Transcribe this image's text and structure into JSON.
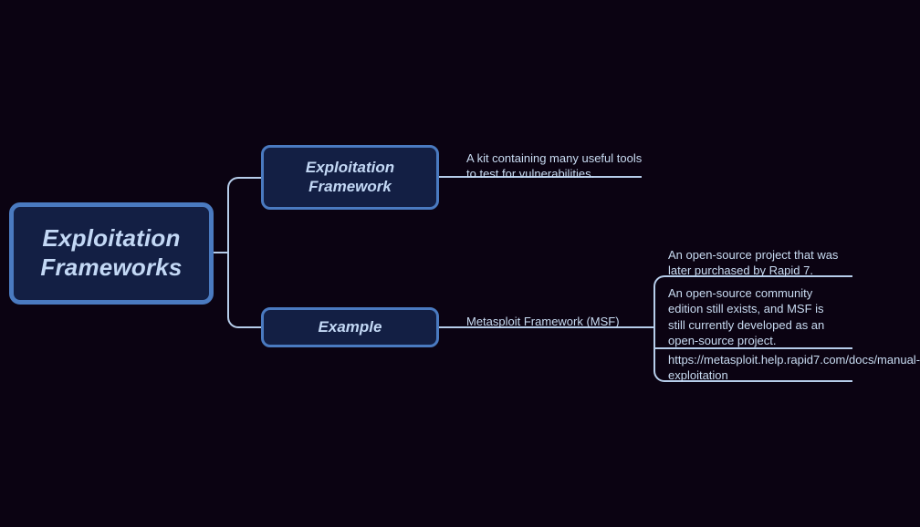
{
  "diagram": {
    "title": "Exploitation Frameworks",
    "colors": {
      "background": "#0b0312",
      "node_fill": "#131f44",
      "node_border": "#4a7ac0",
      "connector": "#b6cdea",
      "node_text": "#c3d8f5",
      "annotation_text": "#c9dcf2"
    },
    "root": {
      "label": "Exploitation Frameworks"
    },
    "branches": [
      {
        "label": "Exploitation Framework",
        "annotation": "A kit containing many useful tools to test for vulnerabilities."
      },
      {
        "label": "Example",
        "annotation": "Metasploit Framework (MSF)",
        "notes": [
          "An open-source project that was later purchased by Rapid 7.",
          "An open-source community edition still exists, and MSF is still currently developed as an open-source project.",
          "https://metasploit.help.rapid7.com/docs/manual-exploitation"
        ]
      }
    ]
  }
}
